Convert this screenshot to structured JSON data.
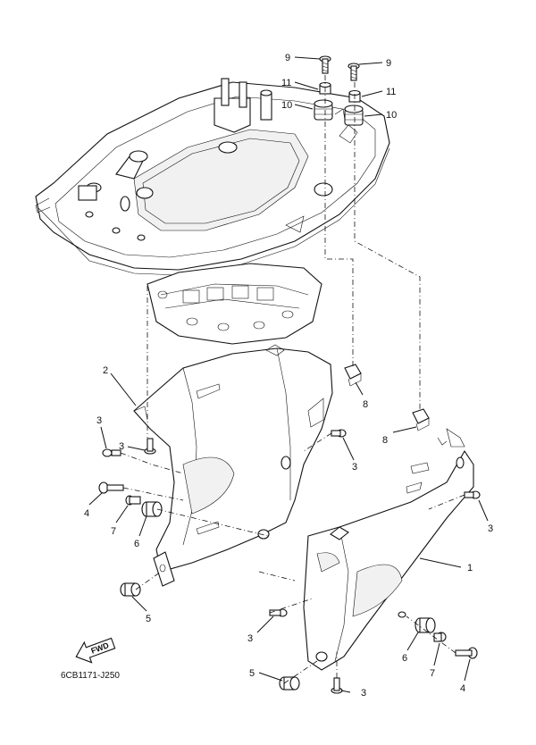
{
  "diagram": {
    "drawing_code": "6CB1171-J250",
    "fwd_label": "FWD",
    "callouts": [
      "9",
      "9",
      "11",
      "11",
      "10",
      "10",
      "2",
      "8",
      "8",
      "3",
      "3",
      "3",
      "3",
      "3",
      "3",
      "4",
      "4",
      "7",
      "7",
      "6",
      "6",
      "5",
      "5",
      "1"
    ]
  }
}
